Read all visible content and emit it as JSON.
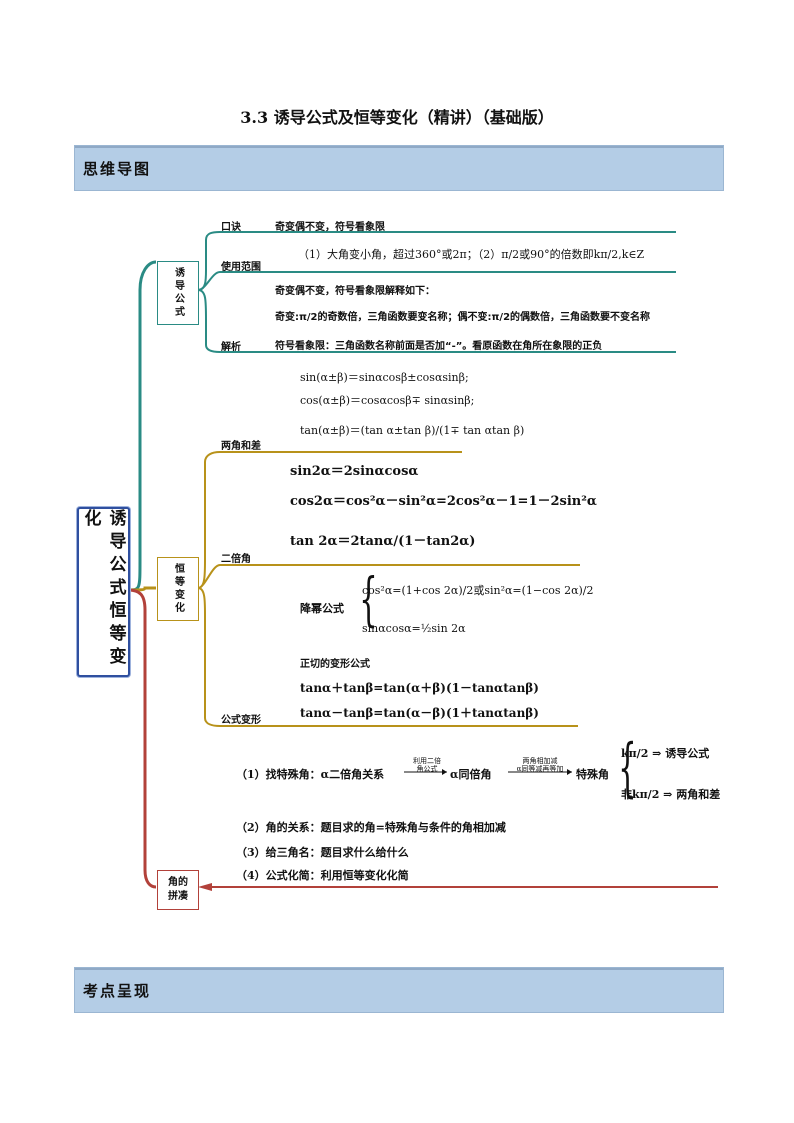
{
  "title": "3.3 诱导公式及恒等变化（精讲）（基础版）",
  "band1": "思维导图",
  "band2": "考点呈现",
  "root": "诱导公式恒等变化",
  "branch1": {
    "label": "诱导公式",
    "koujue_label": "口诀",
    "koujue_text": "奇变偶不变，符号看象限",
    "usage_label": "使用范围",
    "usage_text": "（1）大角变小角，超过360°或2π；（2）π/2或90°的倍数即kπ/2,k∈Z",
    "explain_label": "解析",
    "explain_line1": "奇变偶不变，符号看象限解释如下：",
    "explain_line2": "奇变:π/2的奇数倍，三角函数要变名称；偶不变:π/2的偶数倍，三角函数要不变名称",
    "explain_line3": "符号看象限：三角函数名称前面是否加“-”。看原函数在角所在象限的正负"
  },
  "branch2": {
    "label": "恒等变化",
    "sum_label": "两角和差",
    "sum_f1": "sin(α±β)＝sinαcosβ±cosαsinβ;",
    "sum_f2": "cos(α±β)＝cosαcosβ∓ sinαsinβ;",
    "sum_f3": "tan(α±β)＝(tan α±tan β)/(1∓ tan αtan β)",
    "double_label": "二倍角",
    "double_f1": "sin2α＝2sinαcosα",
    "double_f2": "cos2α＝cos²α－sin²α=2cos²α－1=1－2sin²α",
    "double_f3": "tan 2α＝2tanα/(1－tan2α)",
    "lower_label": "降幂公式",
    "lower_f1": "cos²α=(1+cos 2α)/2或sin²α=(1−cos 2α)/2",
    "lower_f2": "sinαcosα=½sin 2α",
    "tan_label": "正切的变形公式",
    "tan_f1": "tanα＋tanβ=tan(α＋β)(1－tanαtanβ)",
    "tan_f2": "tanα－tanβ=tan(α－β)(1＋tanαtanβ)",
    "transform_label": "公式变形"
  },
  "branch3": {
    "label": "角的拼凑",
    "item1_prefix": "（1）找特殊角：α二倍角关系",
    "item1_arrow1_top": "利用二倍",
    "item1_arrow1_bot": "角公式",
    "item1_mid": "α同倍角",
    "item1_arrow2_top": "两角相加减",
    "item1_arrow2_bot": "α同等减再等加",
    "item1_end": "特殊角",
    "item1_case1": "kπ/2 ⇒ 诱导公式",
    "item1_case2": "非kπ/2 ⇒ 两角和差",
    "item2": "（2）角的关系：题目求的角=特殊角与条件的角相加减",
    "item3": "（3）给三角名：题目求什么给什么",
    "item4": "（4）公式化简：利用恒等变化化简"
  },
  "colors": {
    "teal": "#2a8b84",
    "gold": "#b8921a",
    "red": "#b2413a",
    "band": "#b4cde6",
    "root_border": "#2f4f9f"
  }
}
